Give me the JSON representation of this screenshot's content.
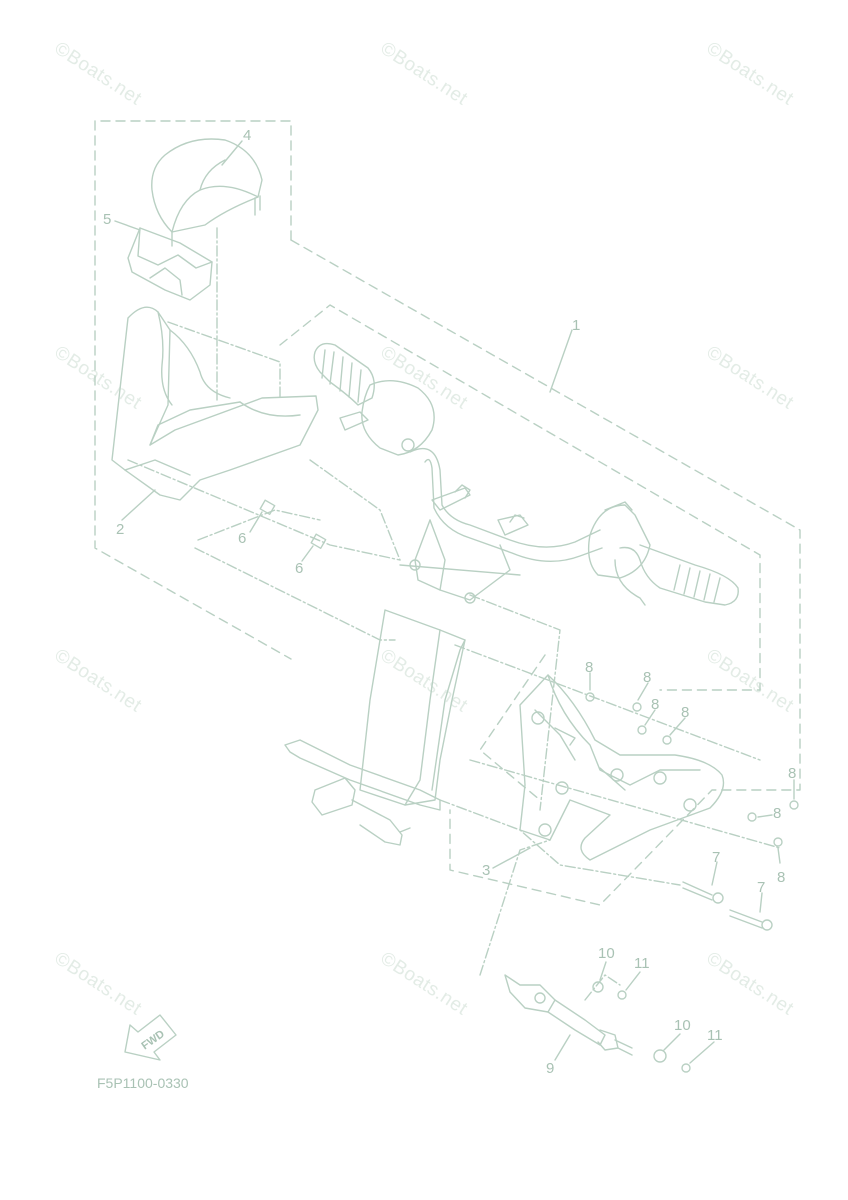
{
  "drawing": {
    "part_number": "F5P1100-0330",
    "fwd_label": "FWD",
    "watermark": "©Boats.net",
    "callouts": {
      "c1": "1",
      "c2": "2",
      "c3": "3",
      "c4": "4",
      "c5": "5",
      "c6a": "6",
      "c6b": "6",
      "c7a": "7",
      "c7b": "7",
      "c8a": "8",
      "c8b": "8",
      "c8c": "8",
      "c8d": "8",
      "c8e": "8",
      "c8f": "8",
      "c8g": "8",
      "c9": "9",
      "c10a": "10",
      "c10b": "10",
      "c11a": "11",
      "c11b": "11"
    }
  },
  "colors": {
    "line": "#b9d0c3",
    "label": "#a9c2b4",
    "watermark": "#e3ece6"
  }
}
